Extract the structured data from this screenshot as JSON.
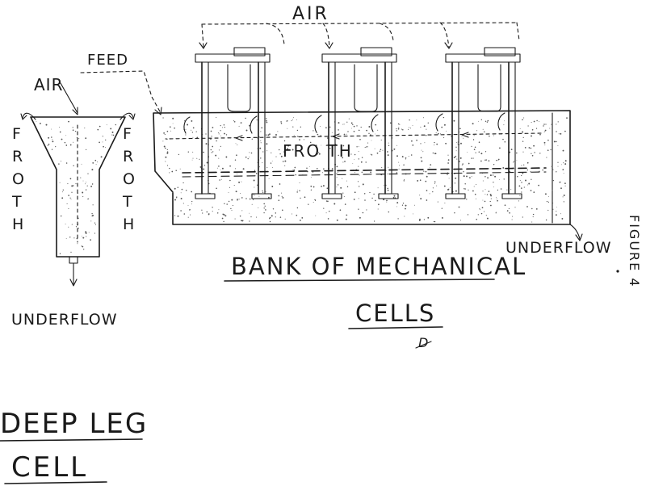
{
  "labels": {
    "air_top": "AIR",
    "air_left": "AIR",
    "feed": "FEED",
    "froth_left": "FROTH",
    "froth_right": "FROTH",
    "froth_bank": "FRO TH",
    "underflow_left": "UNDERFLOW",
    "underflow_right": "UNDERFLOW",
    "bank_title_line1": "BANK OF MECHANICAL",
    "bank_title_line2": "CELLS",
    "deep_leg_line1": "DEEP LEG",
    "deep_leg_line2": "CELL",
    "figure": "FIGURE 4",
    "initial": "D"
  },
  "mechanisms": [
    "cell-1",
    "cell-2",
    "cell-3"
  ],
  "colors": {
    "ink": "#1a1a1a",
    "paper": "#ffffff",
    "speckle": "#555555"
  }
}
